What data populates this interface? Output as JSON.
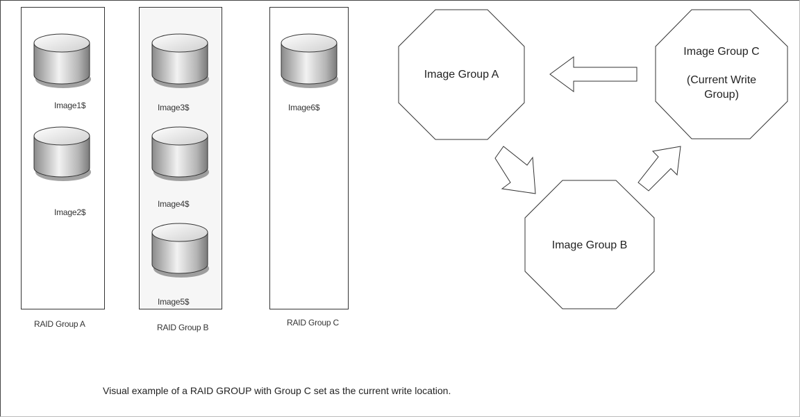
{
  "raid_groups": [
    {
      "label": "RAID Group A",
      "disks": [
        "Image1$",
        "Image2$"
      ]
    },
    {
      "label": "RAID Group B",
      "disks": [
        "Image3$",
        "Image4$",
        "Image5$"
      ]
    },
    {
      "label": "RAID Group C",
      "disks": [
        "Image6$"
      ]
    }
  ],
  "image_groups": {
    "a": {
      "line1": "Image Group A"
    },
    "b": {
      "line1": "Image Group B"
    },
    "c": {
      "line1": "Image Group C",
      "line2": "(Current Write",
      "line3": "Group)"
    }
  },
  "caption": "Visual example of a RAID GROUP with Group C set as the current write location."
}
